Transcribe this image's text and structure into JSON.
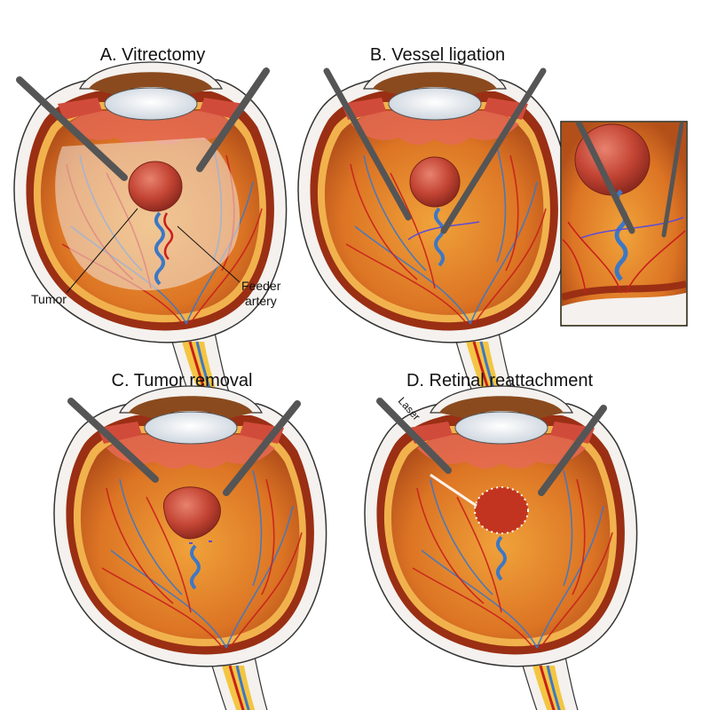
{
  "panels": {
    "a": {
      "title": "A. Vitrectomy",
      "labels": {
        "tumor": "Tumor",
        "feeder_line1": "Feeder",
        "feeder_line2": "artery"
      }
    },
    "b": {
      "title": "B. Vessel ligation"
    },
    "c": {
      "title": "C. Tumor removal"
    },
    "d": {
      "title": "D. Retinal reattachment",
      "labels": {
        "laser": "Laser"
      }
    }
  },
  "colors": {
    "sclera": "#f4f1ee",
    "choroid": "#9a2f14",
    "retina": "#e2802a",
    "retina_edge": "#f1b24d",
    "vein": "#3d78c4",
    "artery": "#c8201c",
    "tumor": "#c94a3a",
    "lens": "#e9eef3",
    "iris": "#8a4a1e",
    "instrument": "#6f6f6f",
    "vitreous_haze": "#f3e6dc"
  }
}
